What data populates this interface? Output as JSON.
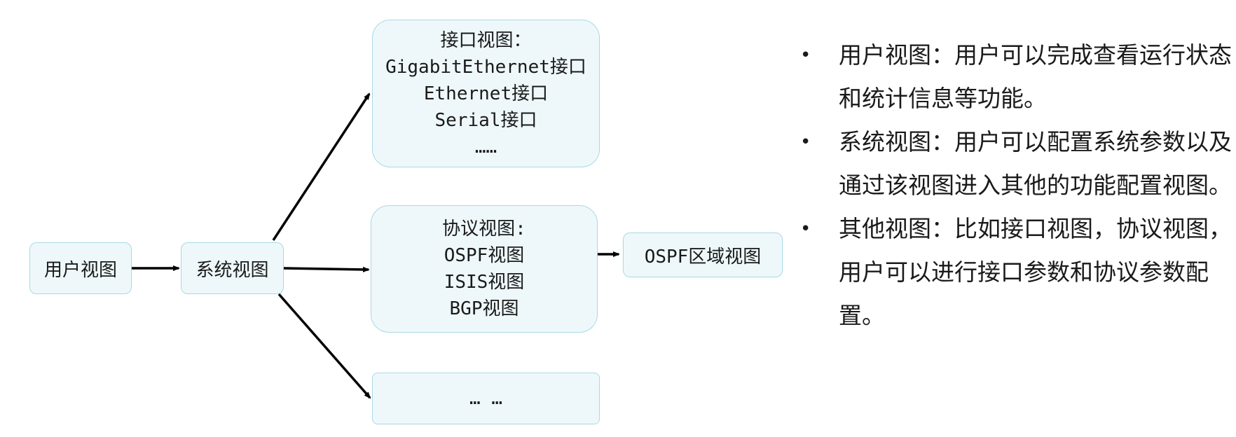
{
  "nodes": {
    "user_view": "用户视图",
    "system_view": "系统视图",
    "interface_view": {
      "title": "接口视图：",
      "items": [
        "GigabitEthernet接口",
        "Ethernet接口",
        "Serial接口",
        "……"
      ]
    },
    "protocol_view": {
      "title": "协议视图:",
      "items": [
        "OSPF视图",
        "ISIS视图",
        "BGP视图"
      ]
    },
    "other_view": "… …",
    "ospf_area_view": "OSPF区域视图"
  },
  "bullets": [
    "用户视图：用户可以完成查看运行状态和统计信息等功能。",
    "系统视图：用户可以配置系统参数以及通过该视图进入其他的功能配置视图。",
    "其他视图：比如接口视图，协议视图，用户可以进行接口参数和协议参数配置。"
  ]
}
